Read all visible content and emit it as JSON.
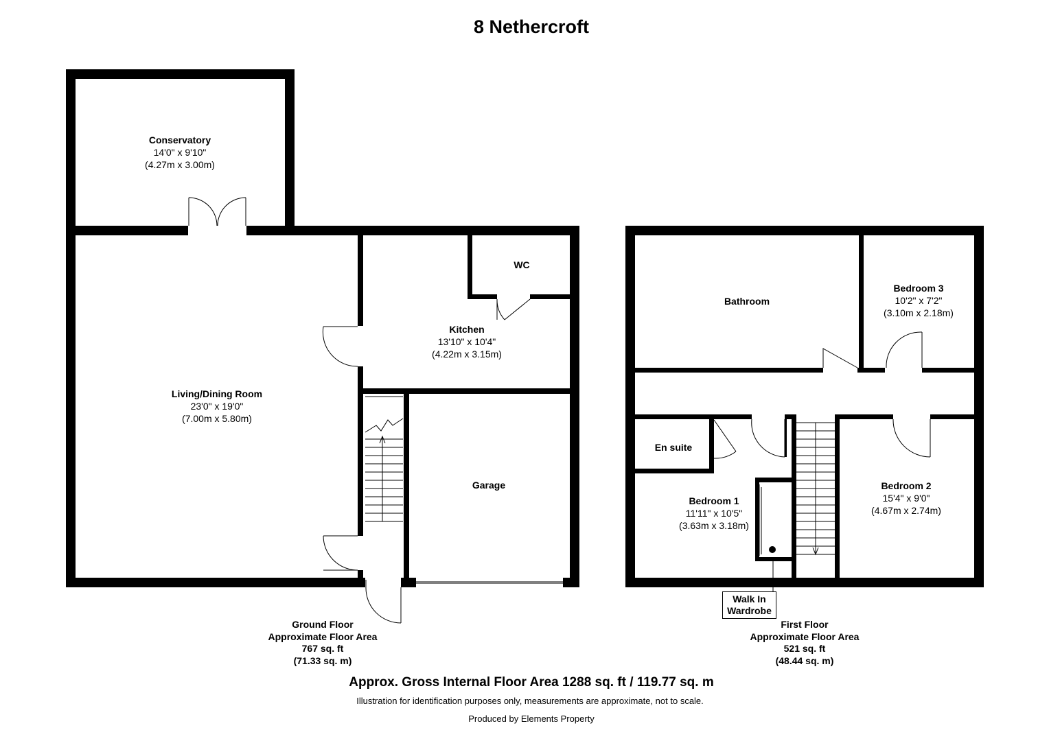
{
  "title": "8 Nethercroft",
  "ground_floor": {
    "rooms": {
      "conservatory": {
        "name": "Conservatory",
        "imperial": "14'0\" x 9'10\"",
        "metric": "(4.27m x 3.00m)"
      },
      "living": {
        "name": "Living/Dining Room",
        "imperial": "23'0\" x 19'0\"",
        "metric": "(7.00m x 5.80m)"
      },
      "kitchen": {
        "name": "Kitchen",
        "imperial": "13'10\" x 10'4\"",
        "metric": "(4.22m x 3.15m)"
      },
      "wc": {
        "name": "WC"
      },
      "garage": {
        "name": "Garage"
      }
    },
    "summary": {
      "line1": "Ground Floor",
      "line2": "Approximate Floor Area",
      "line3": "767 sq. ft",
      "line4": "(71.33 sq. m)"
    }
  },
  "first_floor": {
    "rooms": {
      "bathroom": {
        "name": "Bathroom"
      },
      "bedroom3": {
        "name": "Bedroom 3",
        "imperial": "10'2\" x 7'2\"",
        "metric": "(3.10m x 2.18m)"
      },
      "ensuite": {
        "name": "En suite"
      },
      "bedroom1": {
        "name": "Bedroom 1",
        "imperial": "11'11\" x 10'5\"",
        "metric": "(3.63m x 3.18m)"
      },
      "bedroom2": {
        "name": "Bedroom 2",
        "imperial": "15'4\" x 9'0\"",
        "metric": "(4.67m x 2.74m)"
      },
      "wardrobe": {
        "line1": "Walk In",
        "line2": "Wardrobe"
      }
    },
    "summary": {
      "line1": "First Floor",
      "line2": "Approximate Floor Area",
      "line3": "521 sq. ft",
      "line4": "(48.44 sq. m)"
    }
  },
  "footer": {
    "gross": "Approx. Gross Internal Floor Area 1288 sq. ft / 119.77 sq. m",
    "disclaimer": "Illustration for identification purposes only, measurements are approximate, not to scale.",
    "producer": "Produced by Elements Property"
  },
  "colors": {
    "wall": "#000000",
    "background": "#ffffff"
  }
}
